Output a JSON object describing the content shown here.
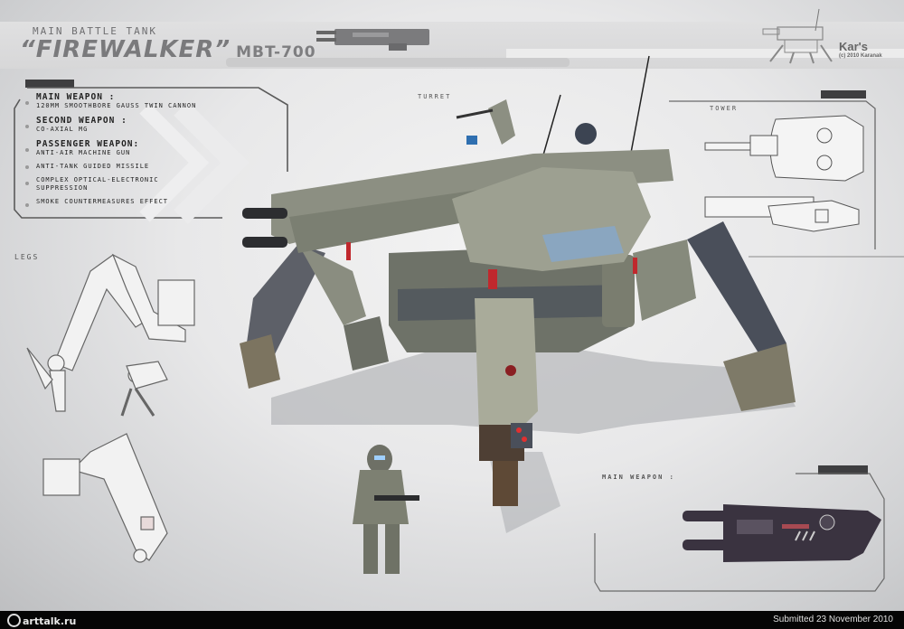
{
  "header": {
    "subtitle": "Main Battle Tank",
    "title": "“Firewalker”",
    "model": "MBT-700"
  },
  "credit": {
    "artist": "Kar's",
    "copyright": "(c) 2010 Karanak"
  },
  "specs": [
    {
      "heading": "Main weapon :",
      "detail": "120mm smoothbore gauss twin cannon"
    },
    {
      "heading": "Second weapon :",
      "detail": "Co-axial MG"
    },
    {
      "heading": "Passenger weapon:",
      "detail": "Anti-air machine gun"
    },
    {
      "heading": "",
      "detail": "Anti-tank guided missile"
    },
    {
      "heading": "",
      "detail": "Complex optical-electronic suppression"
    },
    {
      "heading": "",
      "detail": "Smoke countermeasures effect"
    }
  ],
  "labels": {
    "turret": "Turret",
    "tower": "Tower",
    "legs": "Legs",
    "main_weapon": "Main weapon :"
  },
  "colors": {
    "background": "#e8e8e9",
    "panel_border": "#555555",
    "accent_red": "#c0282d",
    "accent_blue": "#2f6fb0",
    "tank_body": "#8c8f82",
    "tank_dark": "#4a4f5a"
  },
  "footer": {
    "site_logo": "arttalk.ru",
    "submitted": "Submitted 23 November 2010"
  }
}
